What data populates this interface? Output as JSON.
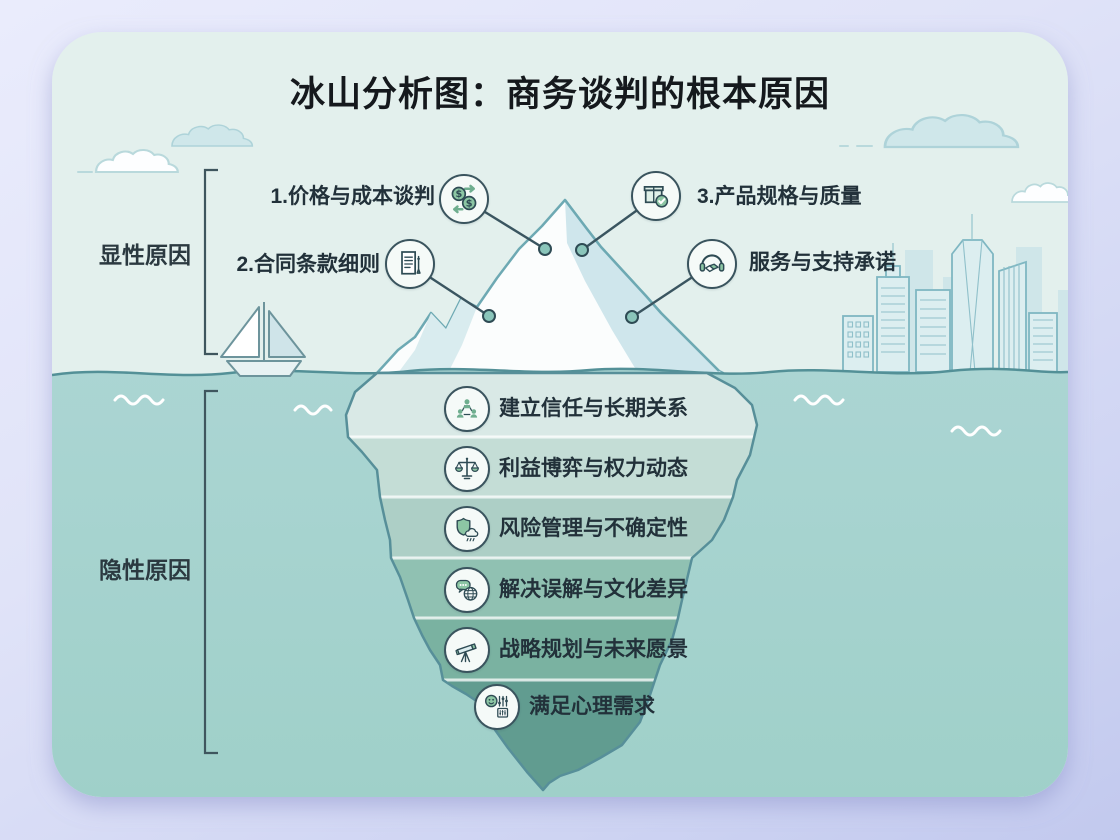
{
  "title": "冰山分析图：商务谈判的根本原因",
  "legend": {
    "visible_label": "显性原因",
    "hidden_label": "隐性原因"
  },
  "visible_items": [
    {
      "label": "1.价格与成本谈判",
      "icon": "money-exchange-icon"
    },
    {
      "label": "2.合同条款细则",
      "icon": "contract-pen-icon"
    },
    {
      "label": "3.产品规格与质量",
      "icon": "package-check-icon"
    },
    {
      "label": "服务与支持承诺",
      "icon": "service-handshake-icon"
    }
  ],
  "hidden_items": [
    {
      "label": "建立信任与长期关系",
      "icon": "people-network-icon"
    },
    {
      "label": "利益博弈与权力动态",
      "icon": "balance-scale-icon"
    },
    {
      "label": "风险管理与不确定性",
      "icon": "shield-rain-icon"
    },
    {
      "label": "解决误解与文化差异",
      "icon": "chat-globe-icon"
    },
    {
      "label": "战略规划与未来愿景",
      "icon": "telescope-icon"
    },
    {
      "label": "满足心理需求",
      "icon": "psych-needs-icon"
    }
  ],
  "colors": {
    "accent_green": "#8cc6a4",
    "outline_teal": "#578f99",
    "water": "#a7d3cf",
    "sky": "#e3f0ed",
    "bands": [
      "#d9e9e6",
      "#c4ddd6",
      "#adcfc6",
      "#90c1b2",
      "#7ab2a1",
      "#619c90"
    ]
  }
}
